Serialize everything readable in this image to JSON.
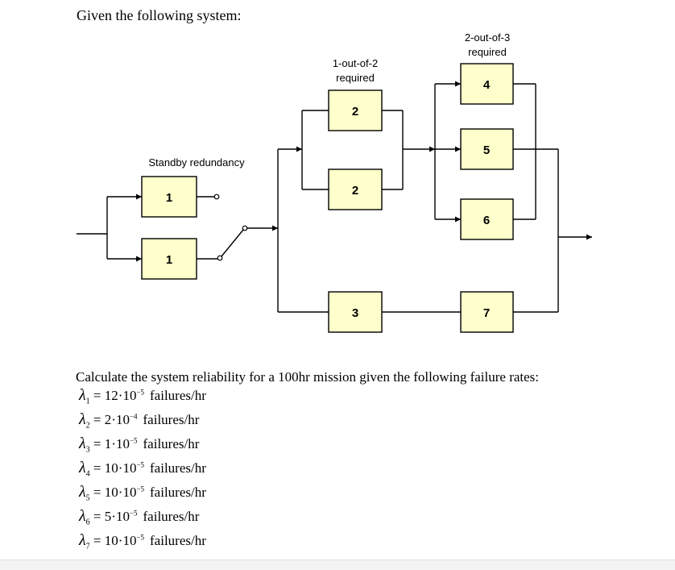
{
  "intro_text": "Given the following system:",
  "diagram": {
    "labels": {
      "standby": "Standby redundancy",
      "one_of_two": [
        "1-out-of-2",
        "required"
      ],
      "two_of_three": [
        "2-out-of-3",
        "required"
      ]
    },
    "blocks": [
      {
        "id": "b1a",
        "label": "1"
      },
      {
        "id": "b1b",
        "label": "1"
      },
      {
        "id": "b2a",
        "label": "2"
      },
      {
        "id": "b2b",
        "label": "2"
      },
      {
        "id": "b3",
        "label": "3"
      },
      {
        "id": "b4",
        "label": "4"
      },
      {
        "id": "b5",
        "label": "5"
      },
      {
        "id": "b6",
        "label": "6"
      },
      {
        "id": "b7",
        "label": "7"
      }
    ],
    "colors": {
      "block_fill": "#ffffcc",
      "stroke": "#000000"
    }
  },
  "question": "Calculate the system reliability for a 100hr mission given the following failure rates:",
  "rates": [
    {
      "sub": "1",
      "coef": "12",
      "exp": "−5",
      "unit": "failures/hr"
    },
    {
      "sub": "2",
      "coef": "2",
      "exp": "−4",
      "unit": "failures/hr"
    },
    {
      "sub": "3",
      "coef": "1",
      "exp": "−5",
      "unit": "failures/hr"
    },
    {
      "sub": "4",
      "coef": "10",
      "exp": "−5",
      "unit": "failures/hr"
    },
    {
      "sub": "5",
      "coef": "10",
      "exp": "−5",
      "unit": "failures/hr"
    },
    {
      "sub": "6",
      "coef": "5",
      "exp": "−5",
      "unit": "failures/hr"
    },
    {
      "sub": "7",
      "coef": "10",
      "exp": "−5",
      "unit": "failures/hr"
    }
  ],
  "symbols": {
    "lambda": "λ",
    "equals": "=",
    "dot": "·",
    "base": "10"
  }
}
